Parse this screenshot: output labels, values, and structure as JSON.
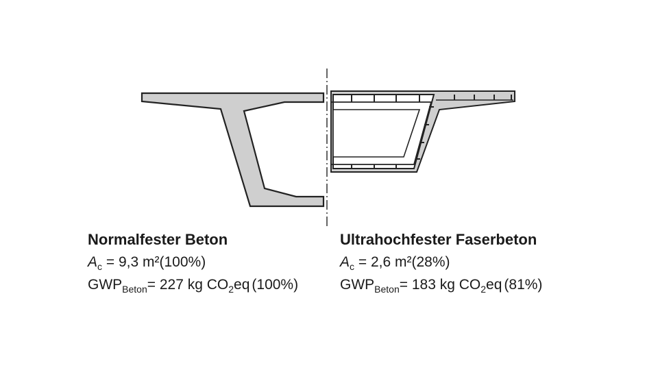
{
  "colors": {
    "fill": "#cfcfcf",
    "outline": "#222222",
    "axis": "#222222",
    "background": "#ffffff"
  },
  "left": {
    "title": "Normalfester Beton",
    "area_symbol": "A",
    "area_sub": "c",
    "area_value": "= 9,3 m²",
    "area_pct": "(100%)",
    "gwp_symbol": "GWP",
    "gwp_sub": "Beton",
    "gwp_value": "= 227 kg CO",
    "gwp_co2_sub": "2",
    "gwp_unit": "eq",
    "gwp_pct": "(100%)"
  },
  "right": {
    "title": "Ultrahochfester Faserbeton",
    "area_symbol": "A",
    "area_sub": "c",
    "area_value": "= 2,6 m²",
    "area_pct": "(28%)",
    "gwp_symbol": "GWP",
    "gwp_sub": "Beton",
    "gwp_value": "= 183 kg CO",
    "gwp_co2_sub": "2",
    "gwp_unit": "eq",
    "gwp_pct": "(81%)"
  }
}
